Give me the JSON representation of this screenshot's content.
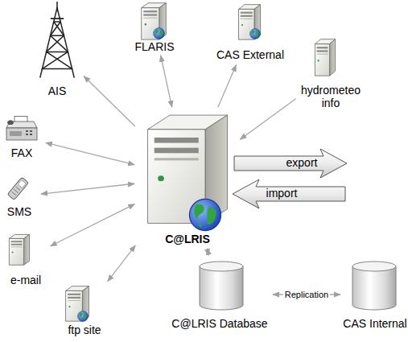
{
  "diagram": {
    "nodes": [
      {
        "text": [
          "FLARIS"
        ]
      },
      {
        "text": [
          "CAS External"
        ]
      },
      {
        "text": [
          "AIS"
        ]
      },
      {
        "text": [
          "hydrometeo info"
        ]
      },
      {
        "text": [
          "FAX"
        ]
      },
      {
        "text": [
          "export"
        ]
      },
      {
        "text": [
          "import"
        ]
      },
      {
        "text": [
          "SMS"
        ]
      },
      {
        "text": [
          "C@LRIS"
        ]
      },
      {
        "text": [
          "e-mail"
        ]
      },
      {
        "text": [
          "ftp site"
        ]
      },
      {
        "text": [
          "C@LRIS Database"
        ]
      },
      {
        "text": [
          "CAS Internal"
        ]
      }
    ],
    "edges": [
      {
        "from": 8,
        "to": 2,
        "arrow": "to"
      },
      {
        "from": 0,
        "to": 8,
        "arrow": "both"
      },
      {
        "from": 8,
        "to": 1,
        "arrow": "to"
      },
      {
        "from": 3,
        "to": 8,
        "arrow": "to"
      },
      {
        "from": 4,
        "to": 8,
        "arrow": "both"
      },
      {
        "from": 7,
        "to": 8,
        "arrow": "both"
      },
      {
        "from": 9,
        "to": 8,
        "arrow": "both"
      },
      {
        "from": 10,
        "to": 8,
        "arrow": "both"
      },
      {
        "from": 8,
        "to": 11,
        "arrow": "both"
      },
      {
        "from": 11,
        "to": 12,
        "label": "Replication",
        "arrow": "both"
      }
    ]
  }
}
